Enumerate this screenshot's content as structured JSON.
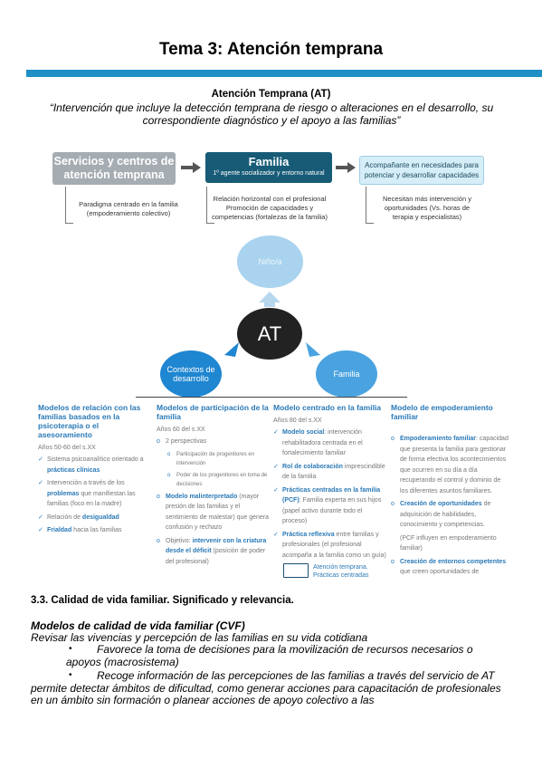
{
  "title": "Tema 3: Atención temprana",
  "at_heading": "Atención Temprana (AT)",
  "at_definition": "“Intervención que incluye la detección temprana de riesgo o alteraciones en el desarrollo, su correspondiente diagnóstico y el apoyo a las familias”",
  "flow": {
    "services": "Servicios y centros de atención temprana",
    "family_title": "Familia",
    "family_subtitle": "1º agente socializador y entorno natural",
    "accompany": "Acompañante en necesidades para potenciar y desarrollar capacidades",
    "sub_services": "Paradigma centrado en la familia (empoderamiento colectivo)",
    "sub_family": "Relación horizontal con el profesional Promoción de capacidades y competencias (fortalezas de la familia)",
    "sub_accompany": "Necesitan más intervención y oportunidades (Vs. horas de terapia y especialistas)"
  },
  "diagram": {
    "nino": "Niño/a",
    "at": "AT",
    "contextos": "Contextos de desarrollo",
    "familia": "Familia"
  },
  "colors": {
    "accent": "#1f8fc5",
    "family_box": "#175b77",
    "column_heading": "#2a79b6"
  },
  "columns": {
    "c1": {
      "heading": "Modelos de relación con las familias basados en la psicoterapia o el asesoramiento",
      "era": "Años 50-60 del s.XX",
      "items": [
        {
          "pre": "Sistema psicoanalítico orientado a ",
          "bold": "prácticas clínicas",
          "post": ""
        },
        {
          "pre": "Intervención a través de los ",
          "bold": "problemas",
          "post": " que manifiestan las familias (foco en la madre)"
        },
        {
          "pre": "Relación de ",
          "bold": "desigualdad",
          "post": ""
        },
        {
          "pre": "",
          "bold": "Frialdad",
          "post": " hacia las familias"
        }
      ]
    },
    "c2": {
      "heading": "Modelos de participación de la familia",
      "era": "Años 60 del s.XX",
      "items": [
        {
          "pre": "2 perspectivas",
          "bold": "",
          "post": ""
        },
        {
          "pre": "Participación de progenitores en intervención",
          "bold": "",
          "post": "",
          "sub": true
        },
        {
          "pre": "Poder de los progenitores en toma de decisiones",
          "bold": "",
          "post": "",
          "sub": true
        },
        {
          "pre": "",
          "bold": "Modelo malinterpretado",
          "post": " (mayor presión de las familias y el sentimiento de malestar) que genera confusión y rechazo"
        },
        {
          "pre": "Objetivo: ",
          "bold": "intervenir con la criatura desde el déficit",
          "post": " (posición de poder del profesional)"
        }
      ]
    },
    "c3": {
      "heading": "Modelo centrado en la familia",
      "era": "Años 80 del s.XX",
      "items": [
        {
          "pre": "",
          "bold": "Modelo social",
          "post": ": intervención rehabilitadora centrada en el fortalecimiento familiar"
        },
        {
          "pre": "",
          "bold": "Rol de colaboración",
          "post": " imprescindible de la familia"
        },
        {
          "pre": "",
          "bold": "Prácticas centradas en la familia (PCF)",
          "post": ": Familia experta en sus hijos (papel activo durante todo el proceso)"
        },
        {
          "pre": "",
          "bold": "Práctica reflexiva",
          "post": " entre familias y profesionales (el profesional acompaña a la familia como un guía)"
        }
      ]
    },
    "c4": {
      "heading": "Modelo de empoderamiento familiar",
      "era": "",
      "items": [
        {
          "pre": "",
          "bold": "Empoderamiento familiar",
          "post": ": capacidad que presenta la familia para gestionar de forma efectiva los acontecimientos que ocurren en su día a día recuperando el control y dominio de los diferentes asuntos familiares."
        },
        {
          "pre": "",
          "bold": "Creación de oportunidades",
          "post": " de adquisición de habilidades, conocimiento y competencias."
        },
        {
          "pre": "(PCF influyen en empoderamiento familiar)",
          "bold": "",
          "post": "",
          "plain": true
        },
        {
          "pre": "",
          "bold": "Creación de entornos competentes",
          "post": " que creen oportunidades de aprendizaje desde las fortalezas."
        }
      ]
    },
    "banner": "Atención temprana. Prácticas centradas"
  },
  "section": "3.3. Calidad de vida familiar. Significado y relevancia.",
  "cvf_heading": "Modelos de calidad de vida familiar (CVF)",
  "cvf_sub": "Revisar las vivencias y percepción de las familias en su vida cotidiana",
  "bullet1": "Favorece la toma de decisiones para la movilización de recursos necesarios o apoyos (macrosistema)",
  "bullet2": "Recoge información de las percepciones de las familias a través del servicio de AT permite detectar ámbitos de dificultad, como generar acciones para capacitación de profesionales en un ámbito sin formación o planear acciones de apoyo colectivo a las"
}
